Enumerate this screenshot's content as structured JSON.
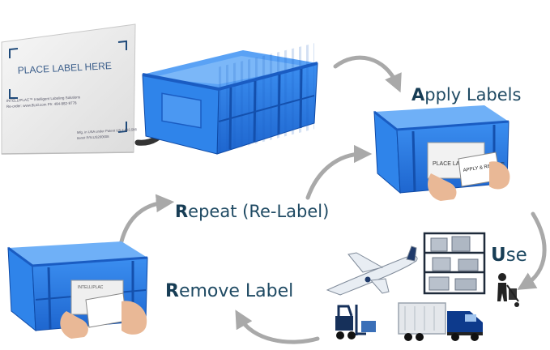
{
  "steps": {
    "apply": {
      "initial": "A",
      "rest": "pply Labels"
    },
    "use": {
      "initial": "U",
      "rest": "se"
    },
    "remove": {
      "initial": "R",
      "rest": "emove Label"
    },
    "repeat": {
      "initial": "R",
      "rest": "epeat (Re-Label)"
    }
  },
  "label_card": {
    "headline": "PLACE LABEL HERE",
    "brand_line": "INTELLIPLAC™ Intelligent Labeling Solutions",
    "reorder_line": "Re-order: www.8Ltd.com  Ph: 484-882-8778",
    "mfg_line": "Mfg. in USA under Patent US 7,892,586",
    "item_line": "Item# P/N:US200608"
  },
  "bin_label": {
    "place_text": "PLACE LABEL",
    "apply_text": "APPLY & REMOVE",
    "small_text": "INTELLIPLAC"
  },
  "colors": {
    "bin_blue": "#2d7fe8",
    "bin_dark": "#1557b8",
    "bin_rim": "#5aa2f5",
    "arrow_gray": "#a9a9a9",
    "label_text": "#1f4a63",
    "icon_navy": "#16305a",
    "truck_blue": "#0d3a8c"
  },
  "icons": [
    "label-card-icon",
    "blue-bin-icon",
    "airplane-icon",
    "warehouse-shelf-icon",
    "worker-handtruck-icon",
    "forklift-icon",
    "semi-truck-icon",
    "hand-icon"
  ]
}
